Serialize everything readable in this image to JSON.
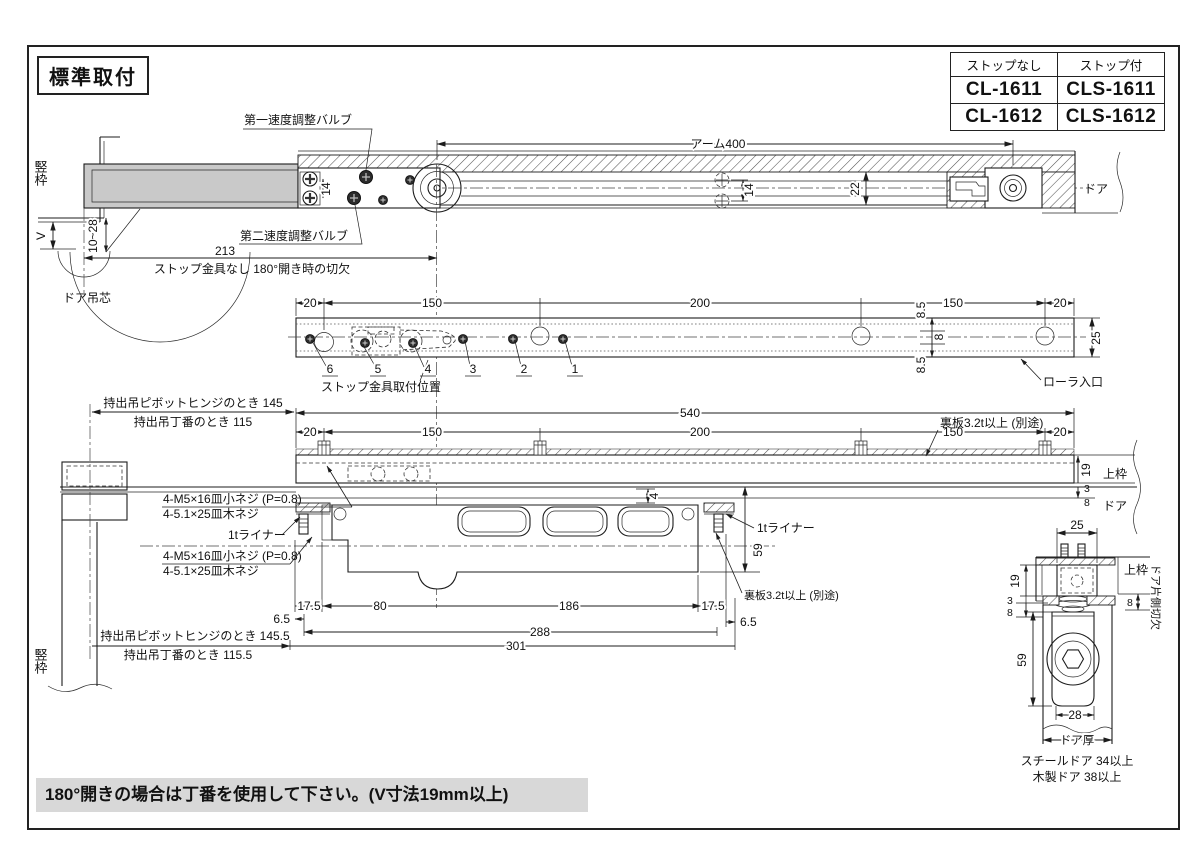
{
  "title": "標準取付",
  "note": "180°開きの場合は丁番を使用して下さい。(V寸法19mm以上)",
  "model_table": {
    "headers": [
      "ストップなし",
      "ストップ付"
    ],
    "rows": [
      [
        "CL-1611",
        "CLS-1611"
      ],
      [
        "CL-1612",
        "CLS-1612"
      ]
    ]
  },
  "top_view": {
    "valve1": "第一速度調整バルブ",
    "valve2": "第二速度調整バルブ",
    "arm": "アーム400",
    "dim14_left": "14",
    "dim14_right": "14",
    "dim22": "22",
    "door": "ドア",
    "frame": "竪枠",
    "dimV": "V",
    "dim_range": "10~28",
    "dim213": "213",
    "cutout_note": "ストップ金具なし 180°開き時の切欠",
    "hinge_center": "ドア吊芯"
  },
  "rail_view": {
    "dims_top": [
      "20",
      "150",
      "200",
      "150",
      "20"
    ],
    "positions": [
      "6",
      "5",
      "4",
      "3",
      "2",
      "1"
    ],
    "stop_label": "ストップ金具取付位置",
    "roller_entry": "ローラ入口",
    "dim85a": "8.5",
    "dim8": "8",
    "dim85b": "8.5",
    "dim25": "25"
  },
  "front_view": {
    "dim540": "540",
    "dims_top": [
      "20",
      "150",
      "200",
      "150",
      "20"
    ],
    "pivot_hinge_note": "持出吊ピボットヒンジのとき 145",
    "butt_hinge_note": "持出吊丁番のとき 115",
    "backplate": "裏板3.2t以上 (別途)",
    "dim19": "19",
    "dim3": "3",
    "dim8": "8",
    "top_frame": "上枠",
    "door": "ドア",
    "machine_screws": "4-M5×16皿小ネジ (P=0.8)",
    "wood_screws": "4-5.1×25皿木ネジ",
    "liner1": "1tライナー",
    "machine_screws2": "4-M5×16皿小ネジ (P=0.8)",
    "wood_screws2": "4-5.1×25皿木ネジ",
    "liner2": "1tライナー",
    "dim4": "4",
    "dim59": "59",
    "backplate2": "裏板3.2t以上 (別途)",
    "dims_bottom": [
      "17.5",
      "80",
      "186",
      "17.5"
    ],
    "dim65a": "6.5",
    "dim65b": "6.5",
    "dim288": "288",
    "dim301": "301",
    "pivot_hinge_note2": "持出吊ピボットヒンジのとき 145.5",
    "butt_hinge_note2": "持出吊丁番のとき 115.5",
    "frame": "竪枠"
  },
  "section_view": {
    "dim25": "25",
    "top_frame": "上枠",
    "dim19": "19",
    "dim3": "3",
    "dim8_left": "8",
    "dim8_right": "8",
    "door_notch": "ドア片側切欠",
    "dim59": "59",
    "dim28": "28",
    "door_thickness": "ドア厚",
    "steel_door": "スチールドア 34以上",
    "wood_door": "木製ドア 38以上"
  }
}
